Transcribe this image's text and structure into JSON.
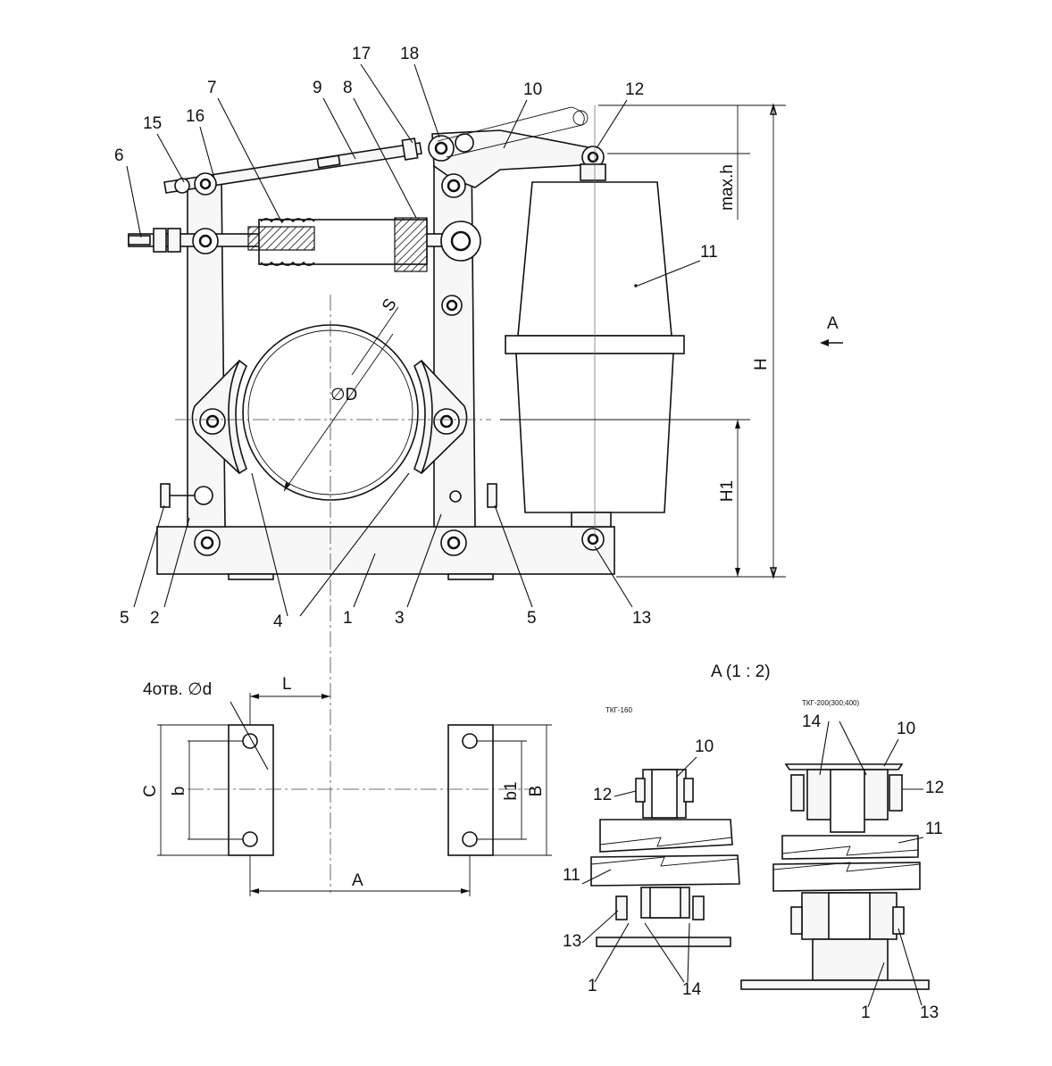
{
  "callouts": {
    "c1": "1",
    "c2": "2",
    "c3": "3",
    "c4": "4",
    "c5a": "5",
    "c5b": "5",
    "c6": "6",
    "c7": "7",
    "c8": "8",
    "c9": "9",
    "c10": "10",
    "c11": "11",
    "c12": "12",
    "c13": "13",
    "c15": "15",
    "c16": "16",
    "c17": "17",
    "c18": "18"
  },
  "dimensions": {
    "S": "S",
    "D": "∅D",
    "H": "H",
    "H1": "H1",
    "maxh": "max.h",
    "arrowA": "A"
  },
  "plan": {
    "holes": "4отв. ∅d",
    "L": "L",
    "C": "C",
    "b": "b",
    "b1": "b1",
    "B": "B",
    "A": "A"
  },
  "viewA": {
    "title": "A  (1 : 2)",
    "tkg160": {
      "label": "ТКГ-160",
      "c10": "10",
      "c12": "12",
      "c11": "11",
      "c13": "13",
      "c1": "1",
      "c14": "14"
    },
    "tkg200": {
      "label": "ТКГ-200(300;400)",
      "c14": "14",
      "c10": "10",
      "c12": "12",
      "c11": "11",
      "c1": "1",
      "c13": "13"
    }
  }
}
